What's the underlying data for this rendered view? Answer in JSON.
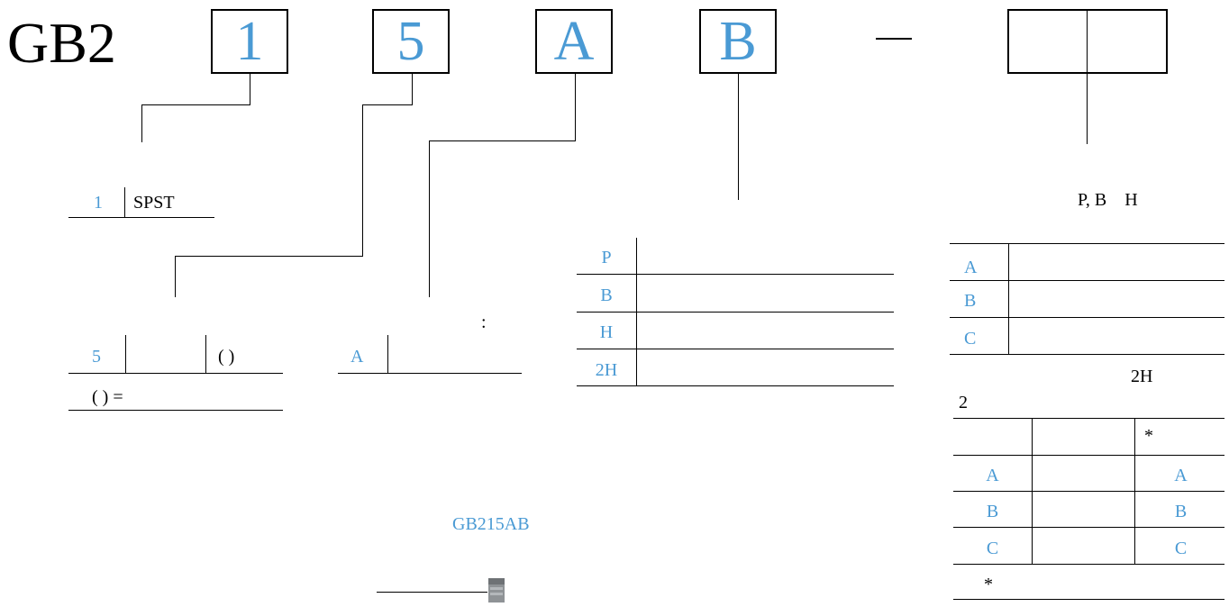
{
  "header": {
    "prefix": "GB2",
    "codes": [
      "1",
      "5",
      "A",
      "B"
    ],
    "dash": "—"
  },
  "pole": {
    "code": "1",
    "value": "SPST"
  },
  "terminal": {
    "code": "5",
    "paren": "(     )",
    "formula": "(  ) ="
  },
  "actuator": {
    "colon": ":",
    "code": "A"
  },
  "bushing": {
    "rows": [
      "P",
      "B",
      "H",
      "2H"
    ]
  },
  "options": {
    "note": "P, B    H",
    "rows": [
      "A",
      "B",
      "C"
    ],
    "note2": "2H",
    "number": "2",
    "table": {
      "header_star": "*",
      "rows": [
        [
          "A",
          "A"
        ],
        [
          "B",
          "B"
        ],
        [
          "C",
          "C"
        ]
      ],
      "footer_star": "*"
    }
  },
  "example": {
    "label": "GB215AB"
  }
}
